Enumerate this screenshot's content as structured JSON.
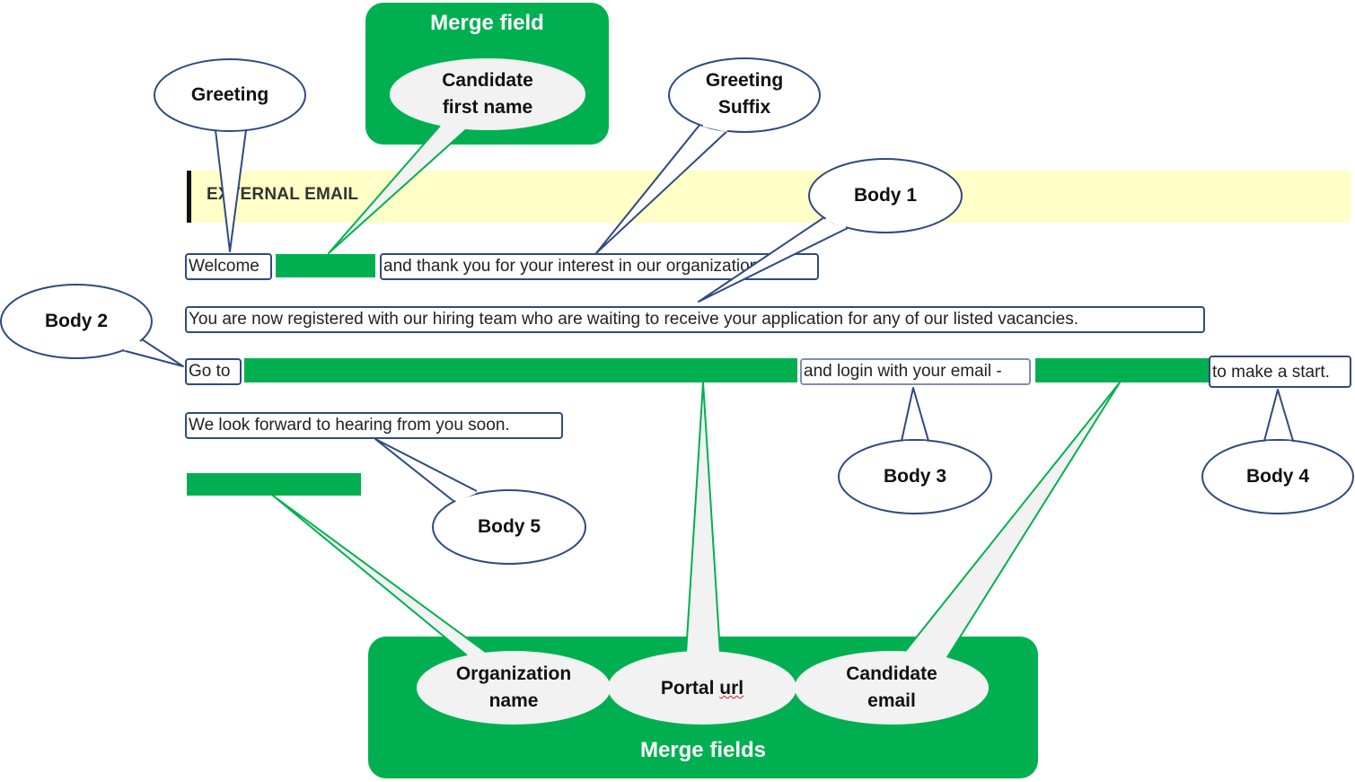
{
  "banner": {
    "text": "EXTERNAL EMAIL"
  },
  "email": {
    "greeting": "Welcome",
    "greeting_suffix": "and thank you for your interest in our organization.",
    "body1": "You are now registered with our hiring team who are waiting to receive your application for any of our listed vacancies.",
    "body2": "Go to",
    "body3": "and login with your email -",
    "body4": "to make a start.",
    "body5": "We look forward to hearing from you soon."
  },
  "callouts": {
    "greeting": "Greeting",
    "greeting_suffix_1": "Greeting",
    "greeting_suffix_2": "Suffix",
    "body1": "Body 1",
    "body2": "Body 2",
    "body3": "Body 3",
    "body4": "Body 4",
    "body5": "Body 5"
  },
  "merge_field_box": {
    "title": "Merge field",
    "candidate_first_name_1": "Candidate",
    "candidate_first_name_2": "first name"
  },
  "merge_fields_box": {
    "title": "Merge fields",
    "organization_name_1": "Organization",
    "organization_name_2": "name",
    "portal_url_1": "Portal",
    "portal_url_2": "url",
    "candidate_email_1": "Candidate",
    "candidate_email_2": "email"
  },
  "colors": {
    "green": "#00b050",
    "navy": "#2f4a80",
    "banner": "#ffffc7",
    "bubble_fill": "#f2f2f2"
  }
}
